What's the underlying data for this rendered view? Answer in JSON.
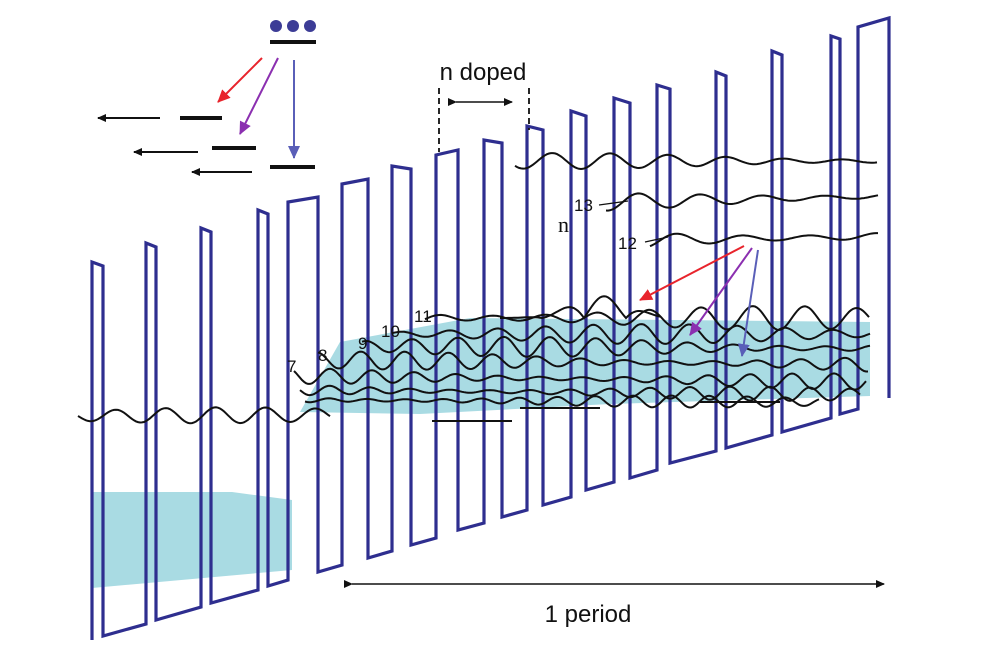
{
  "labels": {
    "n_doped": "n doped",
    "period": "1 period",
    "n": "n",
    "level_7": "7",
    "level_8": "8",
    "level_9": "9",
    "level_10": "10",
    "level_11": "11",
    "level_12": "12",
    "level_13": "13"
  },
  "colors": {
    "barrier": "#2e2e8f",
    "doped_region": "#a9dbe3",
    "wavefunction": "#111111",
    "transition_red": "#e8242c",
    "transition_purple": "#8b2fb0",
    "transition_blue": "#5a5fb8",
    "electron": "#3c3c96"
  }
}
